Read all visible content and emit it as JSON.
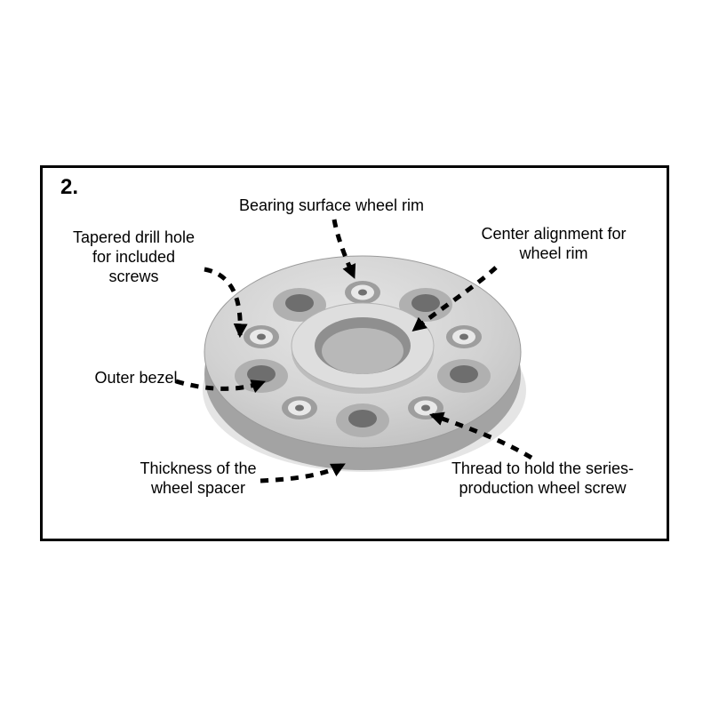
{
  "figure": {
    "number": "2.",
    "labels": {
      "bearing_surface": "Bearing surface wheel rim",
      "tapered_drill_hole": "Tapered drill hole\nfor included\nscrews",
      "center_alignment": "Center alignment for\nwheel rim",
      "outer_bezel": "Outer bezel",
      "thickness": "Thickness of the\nwheel spacer",
      "thread": "Thread to hold the series-\nproduction wheel screw"
    },
    "colors": {
      "frame_border": "#000000",
      "text": "#000000",
      "arrow": "#000000",
      "spacer_light": "#e2e2e2",
      "spacer_mid": "#c4c4c4",
      "spacer_dark": "#8f8f8f",
      "insert_chrome": "#e8e8e8"
    }
  }
}
